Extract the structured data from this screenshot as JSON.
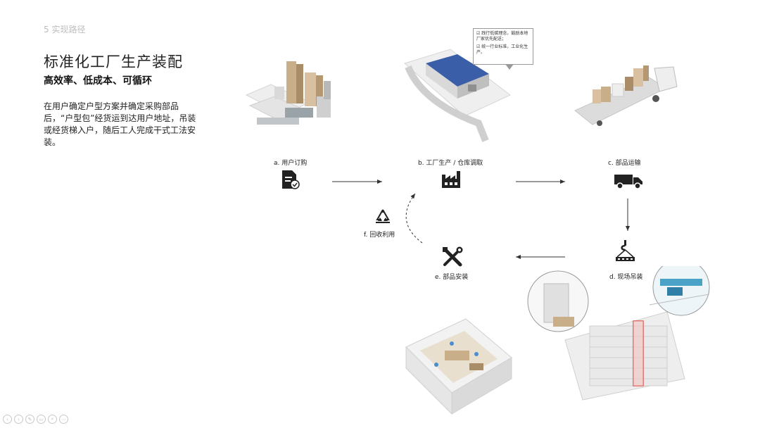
{
  "header": {
    "section": "5 实现路径",
    "title": "标准化工厂生产装配",
    "subtitle": "高效率、低成本、可循环",
    "description": "在用户确定户型方案并确定采购部品后，“户型包”经货运到达用户地址，吊装或经货梯入户，随后工人完成干式工法安装。"
  },
  "callout": {
    "item1": "☑ 践行低碳理念，鼓励本地厂家优先配送；",
    "item2": "☑ 统一行业标准，工业化生产。"
  },
  "steps": [
    {
      "label": "a. 用户订购",
      "icon": "order-document-icon"
    },
    {
      "label": "b. 工厂生产 / 仓库调取",
      "icon": "factory-icon"
    },
    {
      "label": "c. 部品运输",
      "icon": "truck-icon"
    },
    {
      "label": "d. 现场吊装",
      "icon": "crane-hook-icon"
    },
    {
      "label": "e. 部品安装",
      "icon": "tools-icon"
    },
    {
      "label": "f. 回收利用",
      "icon": "recycle-icon"
    }
  ],
  "toolbar": [
    "‹",
    "›",
    "✎",
    "▭",
    "⌕",
    "⋯"
  ],
  "colors": {
    "accent": "#3a5fa8",
    "arrow": "#333333",
    "building": "#e9e9e9",
    "wood": "#c9ae8a"
  }
}
